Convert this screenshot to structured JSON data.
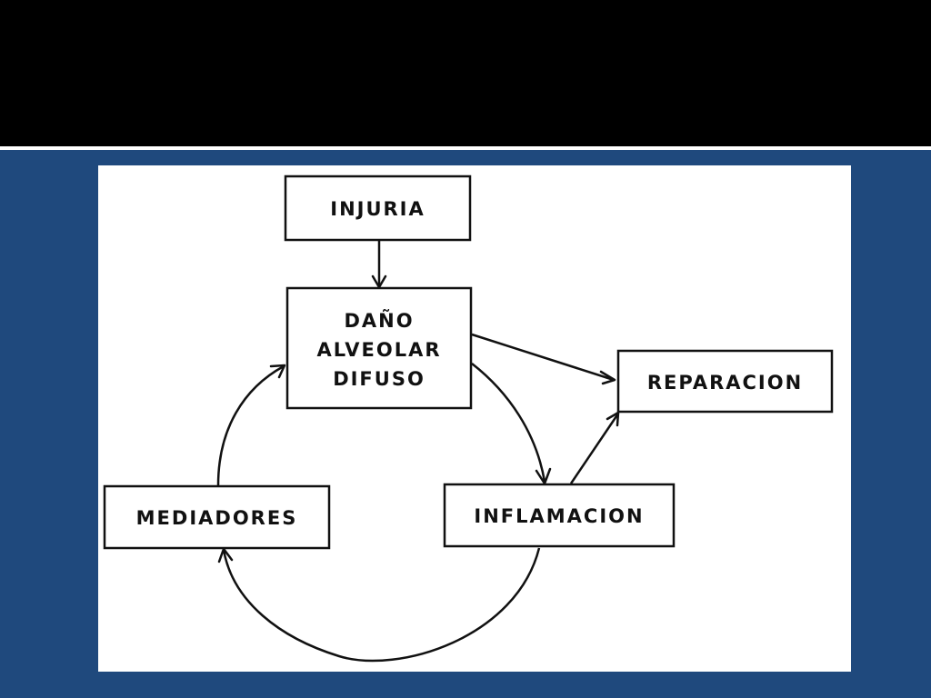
{
  "slide": {
    "title": "",
    "colors": {
      "header": "#000000",
      "divider": "#ffffff",
      "background": "#1f497d",
      "figure": "#ffffff",
      "ink": "#111111"
    }
  },
  "diagram": {
    "nodes": {
      "injuria": {
        "lines": [
          "INJURIA"
        ]
      },
      "dano": {
        "lines": [
          "DAÑO",
          "ALVEOLAR",
          "DIFUSO"
        ]
      },
      "reparacion": {
        "lines": [
          "REPARACION"
        ]
      },
      "inflamacion": {
        "lines": [
          "INFLAMACION"
        ]
      },
      "mediadores": {
        "lines": [
          "MEDIADORES"
        ]
      }
    },
    "edges": [
      {
        "from": "injuria",
        "to": "dano"
      },
      {
        "from": "dano",
        "to": "reparacion"
      },
      {
        "from": "dano",
        "to": "inflamacion"
      },
      {
        "from": "inflamacion",
        "to": "reparacion"
      },
      {
        "from": "inflamacion",
        "to": "mediadores"
      },
      {
        "from": "mediadores",
        "to": "dano"
      }
    ]
  }
}
